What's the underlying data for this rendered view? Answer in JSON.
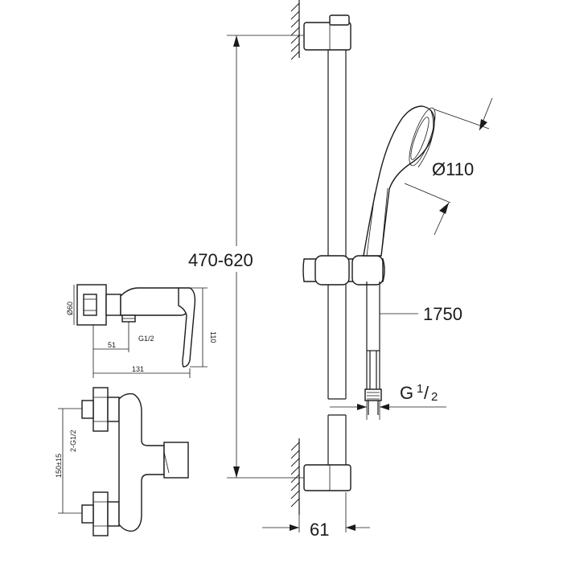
{
  "dimensions": {
    "rail_height": "470-620",
    "head_diameter": "Ø110",
    "hose_length": "1750",
    "connection_main": "G",
    "connection_sup": "1",
    "connection_sub": "2",
    "bracket_spacing": "61"
  },
  "mixer_side": {
    "diameter": "Ø60",
    "height": "110",
    "outlet": "G1/2",
    "offset": "51",
    "depth": "131"
  },
  "mixer_front": {
    "inlets": "2-G1/2",
    "spacing": "150±15"
  }
}
